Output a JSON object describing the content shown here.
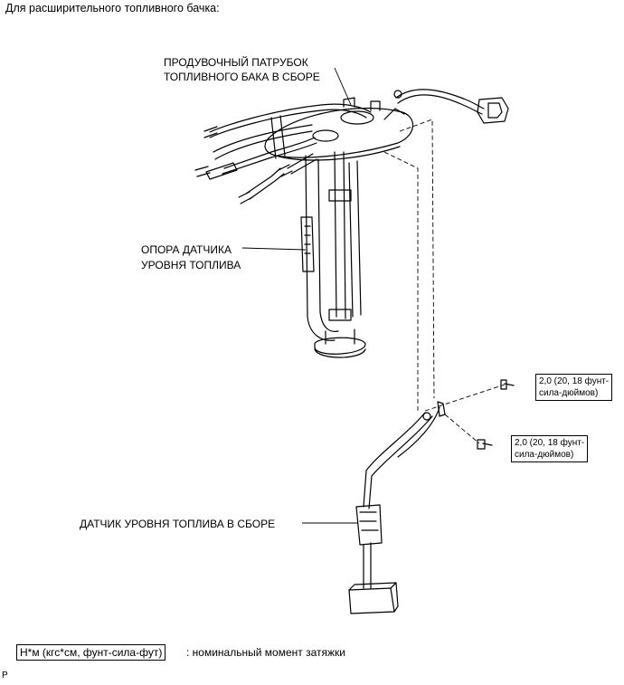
{
  "heading": "Для расширительного топливного бачка:",
  "labels": {
    "vent_line": [
      "ПРОДУВОЧНЫЙ ПАТРУБОК",
      "ТОПЛИВНОГО БАКА В СБОРЕ"
    ],
    "sender_support": [
      "ОПОРА ДАТЧИКА",
      "УРОВНЯ ТОПЛИВА"
    ],
    "sender_gauge": "ДАТЧИК УРОВНЯ ТОПЛИВА В СБОРЕ"
  },
  "torque_top": [
    "2,0 (20, 18 фунт-",
    "сила-дюймов)"
  ],
  "torque_bottom": [
    "2,0 (20, 18 фунт-",
    "сила-дюймов)"
  ],
  "legend": {
    "box": "Н*м (кгс*см, фунт-сила-фут)",
    "text": ": номинальный момент затяжки"
  },
  "corner_mark": "P"
}
